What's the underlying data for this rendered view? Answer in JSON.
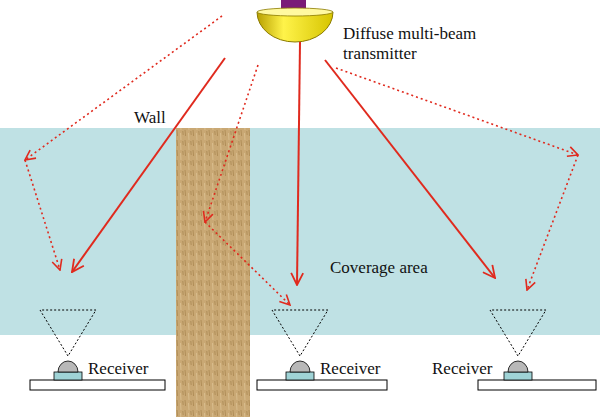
{
  "diagram": {
    "nodes": [
      {
        "text": [
          "Diffuse multi-beam transmitter"
        ]
      },
      {
        "text": [
          "Wall"
        ]
      },
      {
        "text": [
          "Coverage area"
        ]
      },
      {
        "text": [
          "Receiver"
        ]
      },
      {
        "text": [
          "Receiver"
        ]
      },
      {
        "text": [
          "Receiver"
        ]
      }
    ]
  }
}
